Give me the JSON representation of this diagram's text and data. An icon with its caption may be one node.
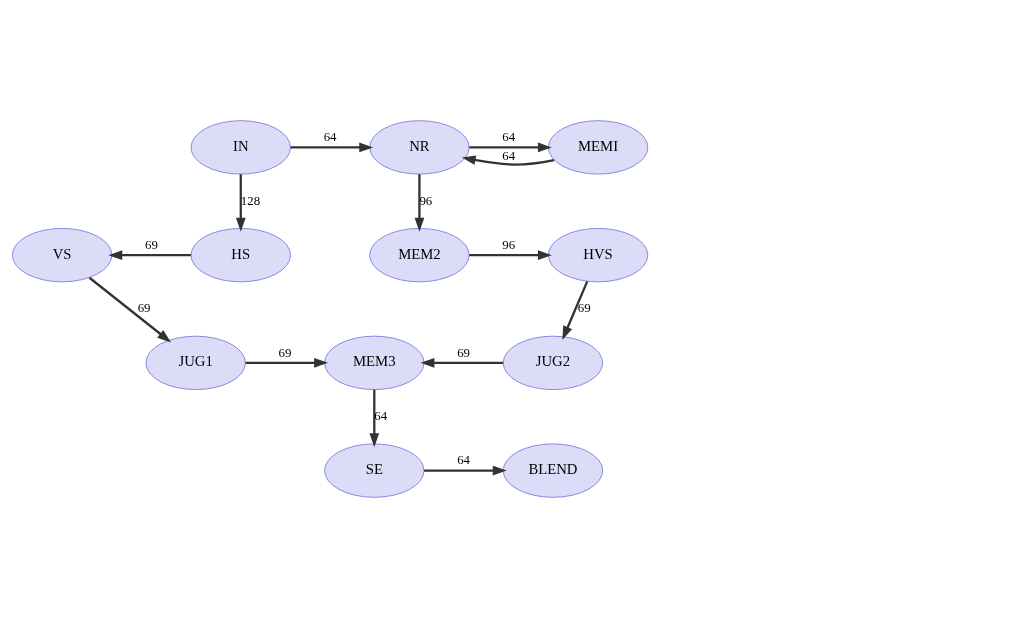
{
  "diagram": {
    "nodes": [
      {
        "text": [
          "IN"
        ]
      },
      {
        "text": [
          "NR"
        ]
      },
      {
        "text": [
          "MEMI"
        ]
      },
      {
        "text": [
          "VS"
        ]
      },
      {
        "text": [
          "HS"
        ]
      },
      {
        "text": [
          "MEM2"
        ]
      },
      {
        "text": [
          "HVS"
        ]
      },
      {
        "text": [
          "JUG1"
        ]
      },
      {
        "text": [
          "MEM3"
        ]
      },
      {
        "text": [
          "JUG2"
        ]
      },
      {
        "text": [
          "SE"
        ]
      },
      {
        "text": [
          "BLEND"
        ]
      }
    ],
    "edges": [
      {
        "from": 0,
        "to": 1,
        "arrow": "to",
        "label": "64"
      },
      {
        "from": 1,
        "to": 2,
        "arrow": "to",
        "label": "64"
      },
      {
        "from": 2,
        "to": 1,
        "arrow": "to",
        "label": "64"
      },
      {
        "from": 0,
        "to": 4,
        "arrow": "to",
        "label": "128"
      },
      {
        "from": 1,
        "to": 5,
        "arrow": "to",
        "label": "96"
      },
      {
        "from": 4,
        "to": 3,
        "arrow": "to",
        "label": "69"
      },
      {
        "from": 5,
        "to": 6,
        "arrow": "to",
        "label": "96"
      },
      {
        "from": 3,
        "to": 7,
        "arrow": "to",
        "label": "69"
      },
      {
        "from": 6,
        "to": 9,
        "arrow": "to",
        "label": "69"
      },
      {
        "from": 7,
        "to": 8,
        "arrow": "to",
        "label": "69"
      },
      {
        "from": 9,
        "to": 8,
        "arrow": "to",
        "label": "69"
      },
      {
        "from": 8,
        "to": 10,
        "arrow": "to",
        "label": "64"
      },
      {
        "from": 10,
        "to": 11,
        "arrow": "to",
        "label": "64"
      }
    ]
  }
}
